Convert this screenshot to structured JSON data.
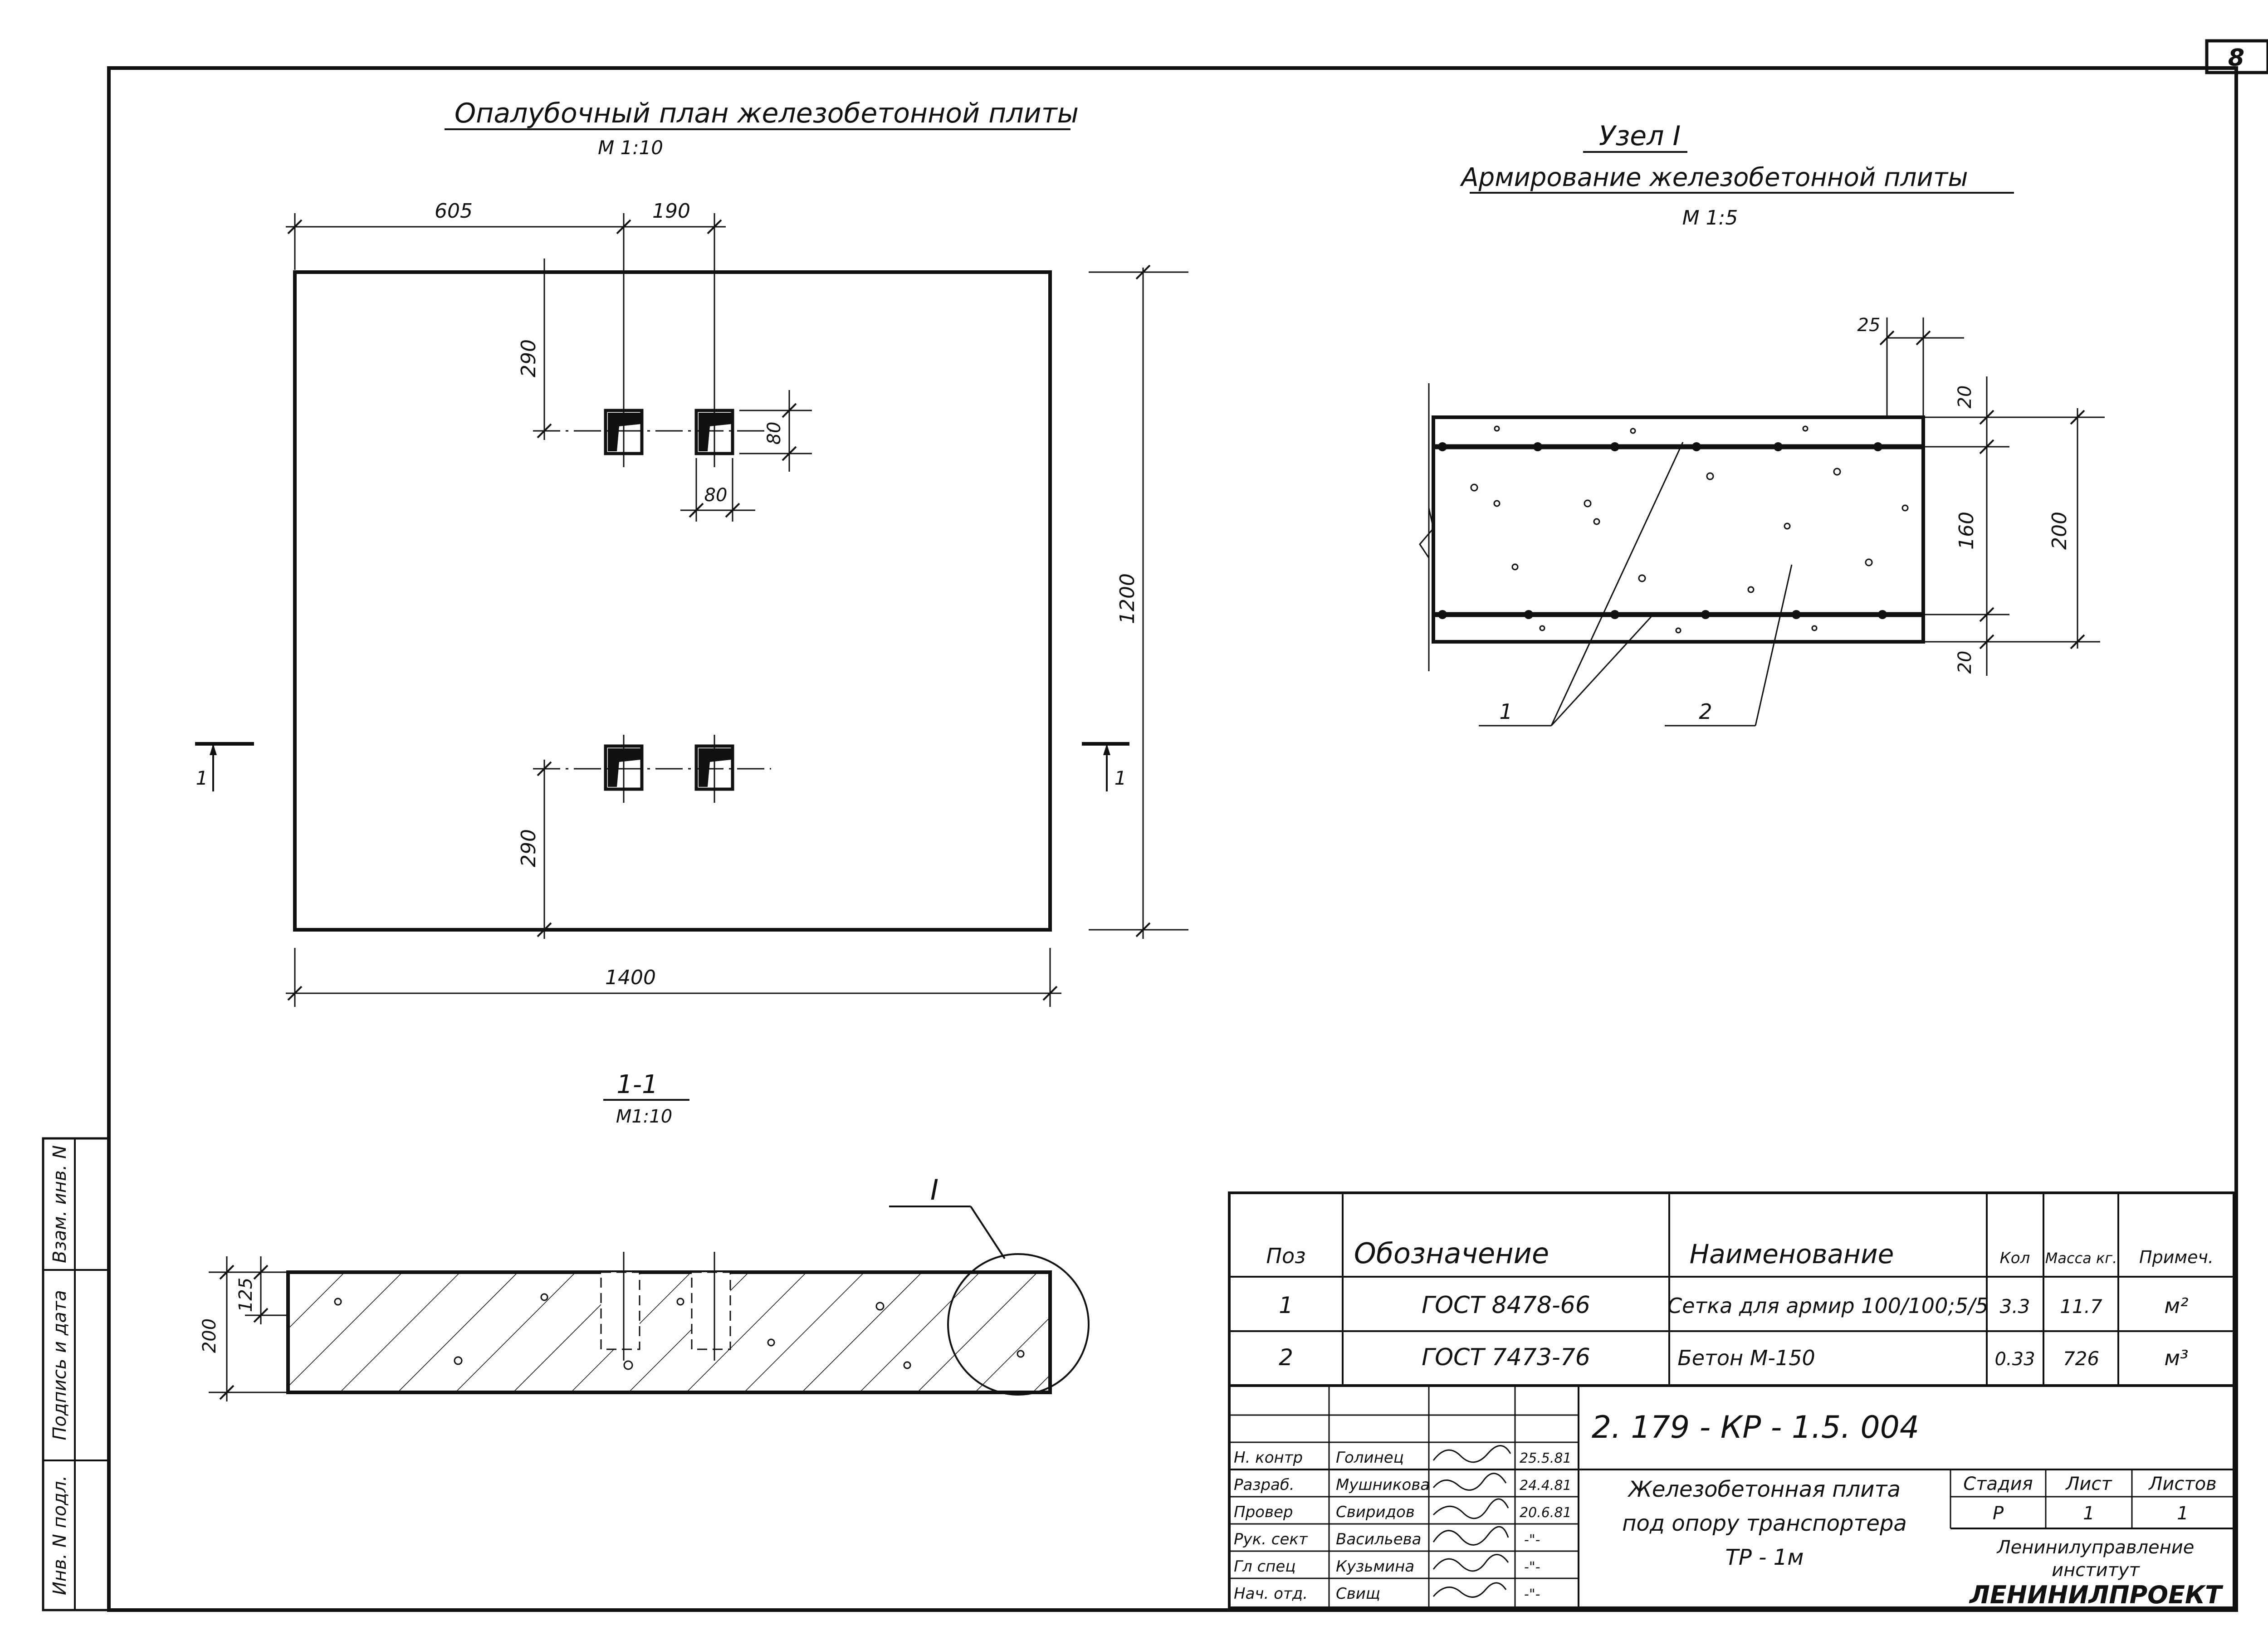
{
  "sheet": {
    "number": "8"
  },
  "plan": {
    "title": "Опалубочный   план   железобетонной   плиты",
    "scale": "М 1:10",
    "dims": {
      "d605": "605",
      "d190": "190",
      "d290a": "290",
      "d290b": "290",
      "d80v": "80",
      "d80h": "80",
      "d1200": "1200",
      "d1400": "1400"
    },
    "section_mark": "1"
  },
  "node": {
    "title": "Узел  I",
    "subtitle": "Армирование     железобетонной  плиты",
    "scale": "М 1:5",
    "dims": {
      "d25": "25",
      "d20a": "20",
      "d160": "160",
      "d200": "200",
      "d20b": "20"
    },
    "labels": {
      "l1": "1",
      "l2": "2"
    }
  },
  "section": {
    "title": "1-1",
    "scale": "М1:10",
    "node_ref": "I",
    "dims": {
      "d200": "200",
      "d125": "125"
    }
  },
  "spec": {
    "headers": {
      "pos": "Поз",
      "designation": "Обозначение",
      "name": "Наименование",
      "qty": "Кол",
      "mass": "Масса кг.",
      "note": "Примеч."
    },
    "rows": [
      {
        "pos": "1",
        "designation": "ГОСТ  8478-66",
        "name": "Сетка для армир 100/100;5/5",
        "qty": "3.3",
        "mass": "11.7",
        "note": "м²"
      },
      {
        "pos": "2",
        "designation": "ГОСТ  7473-76",
        "name": "Бетон  М-150",
        "qty": "0.33",
        "mass": "726",
        "note": "м³"
      }
    ]
  },
  "titleblock": {
    "doc_code": "2. 179 - КР - 1.5. 004",
    "roles": [
      {
        "role": "Н. контр",
        "name": "Голинец",
        "date": "25.5.81"
      },
      {
        "role": "Разраб.",
        "name": "Мушникова",
        "date": "24.4.81"
      },
      {
        "role": "Провер",
        "name": "Свиридов",
        "date": "20.6.81"
      },
      {
        "role": "Рук. сект",
        "name": "Васильева",
        "date": "-\"-"
      },
      {
        "role": "Гл спец",
        "name": "Кузьмина",
        "date": "-\"-"
      },
      {
        "role": "Нач. отд.",
        "name": "Свищ",
        "date": "-\"-"
      }
    ],
    "name_lines": [
      "Железобетонная   плита",
      "под  опору  транспортера",
      "ТР - 1м"
    ],
    "stage_header": "Стадия",
    "sheet_header": "Лист",
    "sheets_header": "Листов",
    "stage": "Р",
    "sheet": "1",
    "sheets": "1",
    "org_lines": [
      "Ленинилуправление",
      "институт",
      "ЛЕНИНИЛПРОЕКТ"
    ]
  },
  "side_stamp": [
    "Инв. N подл.",
    "Подпись и дата",
    "Взам. инв. N"
  ]
}
